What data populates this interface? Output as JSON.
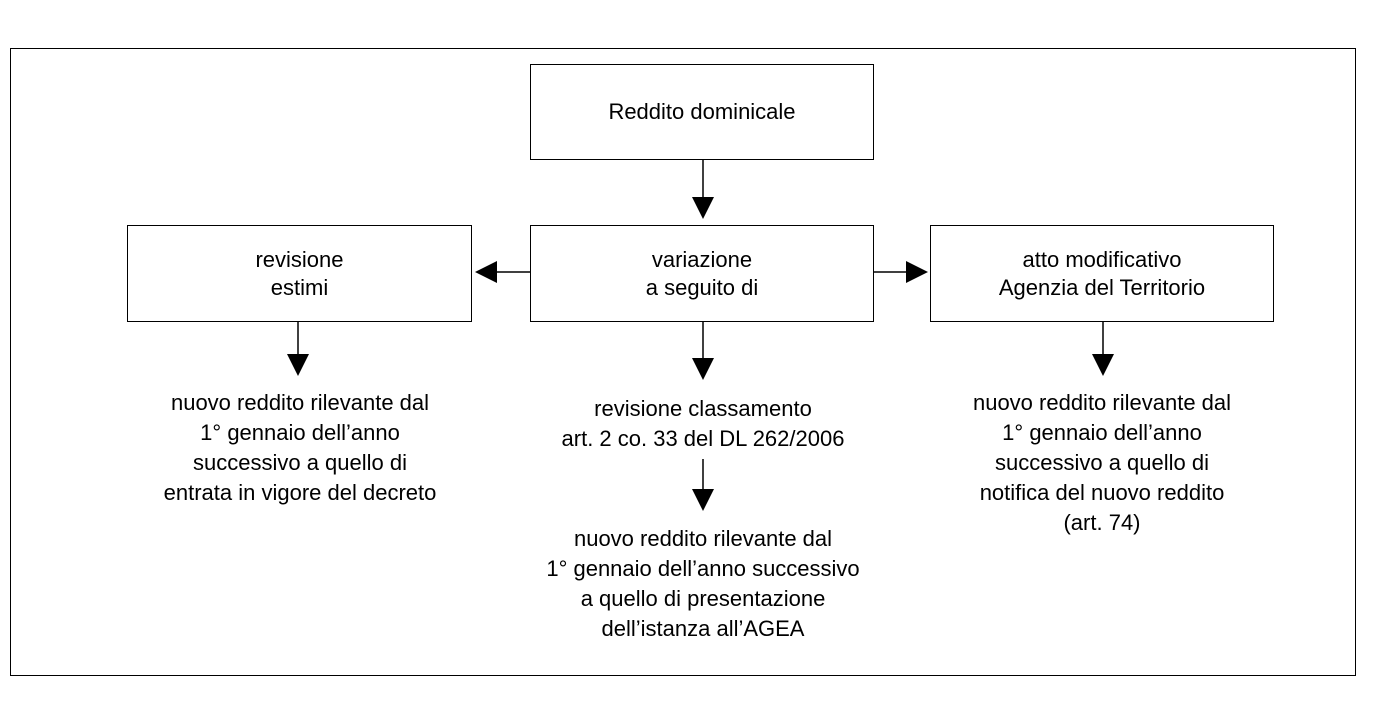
{
  "diagram": {
    "top_box": "Reddito dominicale",
    "left_box": [
      "revisione",
      "estimi"
    ],
    "center_box": [
      "variazione",
      "a seguito di"
    ],
    "right_box": [
      "atto modificativo",
      "Agenzia del Territorio"
    ],
    "left_note": [
      "nuovo reddito rilevante dal",
      "1° gennaio dell’anno",
      "successivo a quello di",
      "entrata in vigore del decreto"
    ],
    "center_mid": [
      "revisione classamento",
      "art. 2 co. 33 del DL 262/2006"
    ],
    "center_note": [
      "nuovo reddito rilevante dal",
      "1° gennaio dell’anno successivo",
      "a quello di presentazione",
      "dell’istanza all’AGEA"
    ],
    "right_note": [
      "nuovo reddito rilevante dal",
      "1° gennaio dell’anno",
      "successivo a quello di",
      "notifica del nuovo reddito",
      "(art. 74)"
    ]
  }
}
